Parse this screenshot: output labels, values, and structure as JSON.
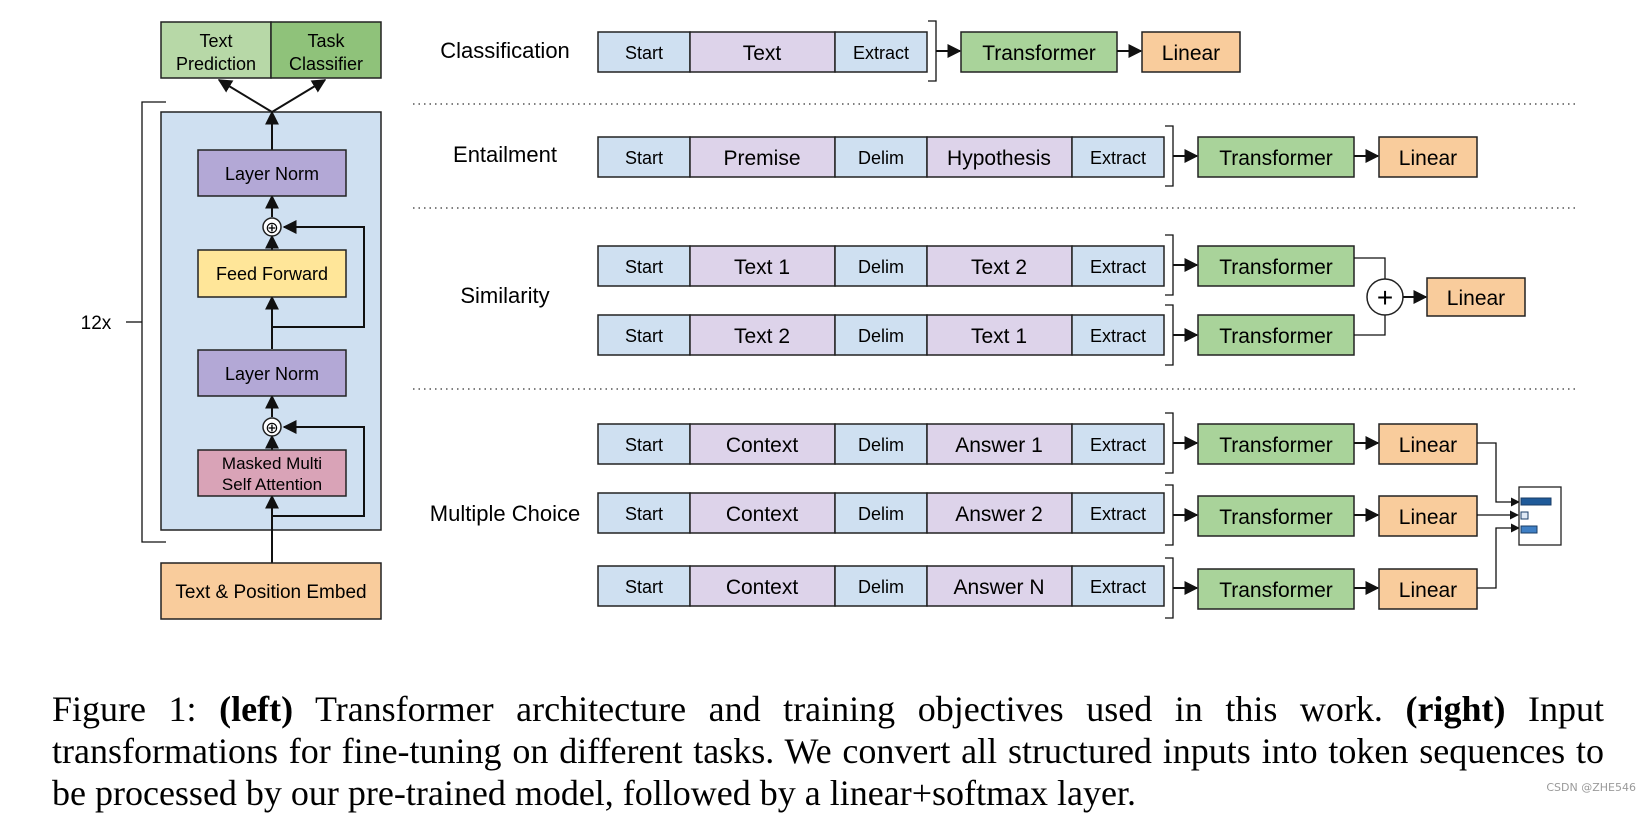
{
  "colors": {
    "token_blue": "#cfe0f1",
    "token_purple": "#ddd3ea",
    "transformer_green": "#a9d39a",
    "linear_orange": "#f9cc9c",
    "block_bg": "#cfe0f1",
    "layer_norm": "#b3a8d6",
    "feed_forward": "#ffe699",
    "attention": "#d9a3b7",
    "embed": "#f9cc9c",
    "text_prediction": "#b7d8a7",
    "task_classifier": "#8fc27a",
    "choice_bar": "#1f5a99"
  },
  "left": {
    "outputs": {
      "text_prediction": [
        "Text",
        "Prediction"
      ],
      "task_classifier": [
        "Task",
        "Classifier"
      ]
    },
    "layer_norm_top": "Layer Norm",
    "feed_forward": "Feed Forward",
    "layer_norm_bottom": "Layer Norm",
    "attention": [
      "Masked Multi",
      "Self Attention"
    ],
    "embed": "Text & Position Embed",
    "repeat": "12x",
    "add_symbol": "⊕"
  },
  "right": {
    "tasks": {
      "classification": "Classification",
      "entailment": "Entailment",
      "similarity": "Similarity",
      "multiple_choice": "Multiple Choice"
    },
    "transformer": "Transformer",
    "linear": "Linear",
    "plus": "+",
    "classification_tokens": [
      "Start",
      "Text",
      "Extract"
    ],
    "entailment_tokens": [
      "Start",
      "Premise",
      "Delim",
      "Hypothesis",
      "Extract"
    ],
    "similarity_tokens": [
      [
        "Start",
        "Text 1",
        "Delim",
        "Text 2",
        "Extract"
      ],
      [
        "Start",
        "Text 2",
        "Delim",
        "Text 1",
        "Extract"
      ]
    ],
    "multiple_choice_tokens": [
      [
        "Start",
        "Context",
        "Delim",
        "Answer 1",
        "Extract"
      ],
      [
        "Start",
        "Context",
        "Delim",
        "Answer 2",
        "Extract"
      ],
      [
        "Start",
        "Context",
        "Delim",
        "Answer N",
        "Extract"
      ]
    ]
  },
  "caption": {
    "prefix": "Figure 1: ",
    "left_label": "(left)",
    "left_text": " Transformer architecture and training objectives used in this work. ",
    "right_label": "(right)",
    "right_text": " Input transformations for fine-tuning on different tasks.  We convert all structured inputs into token sequences to be processed by our pre-trained model, followed by a linear+softmax layer."
  },
  "watermark": "CSDN @ZHE546"
}
